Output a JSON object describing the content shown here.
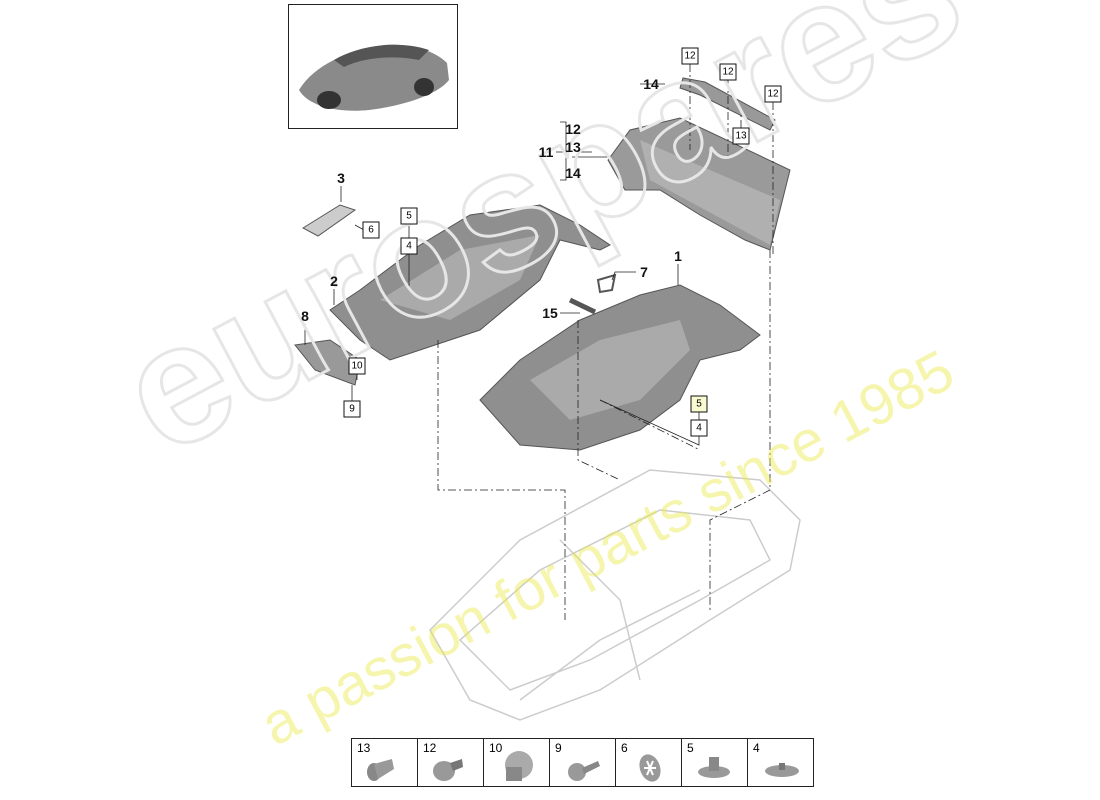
{
  "watermark": {
    "brand": "eurospares",
    "tagline": "a passion for parts since 1985",
    "color": "#e8e84a"
  },
  "callouts": {
    "p1": "1",
    "p2": "2",
    "p3": "3",
    "p7": "7",
    "p8": "8",
    "p15": "15",
    "p14": "14",
    "p11": "11",
    "g12": "12",
    "g13": "13",
    "g14": "14",
    "b6": "6",
    "b5a": "5",
    "b4a": "4",
    "b10": "10",
    "b9": "9",
    "b5b": "5",
    "b4b": "4",
    "b12a": "12",
    "b12b": "12",
    "b12c": "12",
    "b13": "13"
  },
  "fastener_table": [
    {
      "number": "13",
      "icon": "flanged-rivet"
    },
    {
      "number": "12",
      "icon": "push-clip"
    },
    {
      "number": "10",
      "icon": "clip-nut"
    },
    {
      "number": "9",
      "icon": "screw"
    },
    {
      "number": "6",
      "icon": "star-washer"
    },
    {
      "number": "5",
      "icon": "stud-nut"
    },
    {
      "number": "4",
      "icon": "flat-clip"
    }
  ]
}
